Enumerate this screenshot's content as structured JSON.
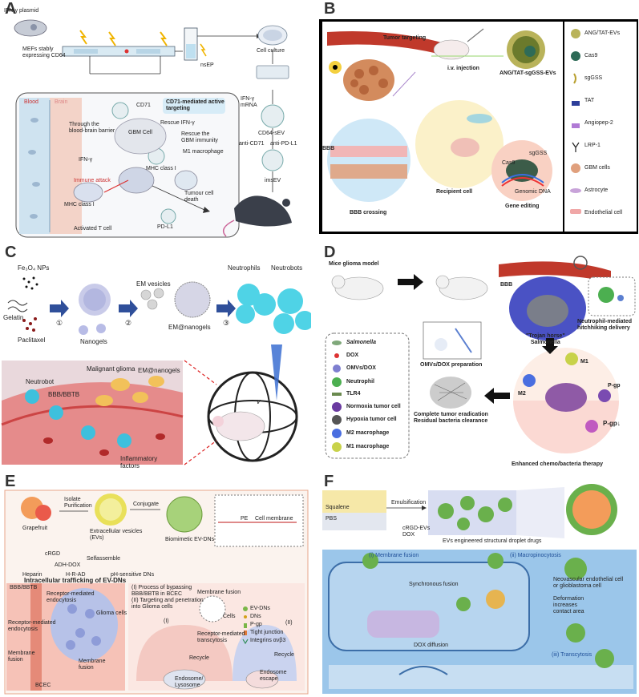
{
  "panels": {
    "A": {
      "label": "A",
      "texts": {
        "plasmid": "IFN-γ plasmid",
        "mefs": "MEFs stably\nexpressing CD64",
        "nsep": "nsEP",
        "culture": "Cell culture",
        "blood": "Blood",
        "brain": "Brain",
        "cd71": "CD71",
        "cd71_title": "CD71-mediated active\ntargeting",
        "ifn_mrna": "IFN-γ\nmRNA",
        "cd64_sev": "CD64-sEV",
        "anti_cd71": "anti-CD71",
        "anti_pdl1": "anti-PD-L1",
        "bbb": "Through the\nblood-brain barrier",
        "rescue_ifn": "Rescue IFN-γ",
        "gbm": "GBM Cell",
        "rescue_gbm": "Rescue the\nGBM immunity",
        "ifn": "IFN-γ",
        "m1": "M1 macrophage",
        "mhc1": "MHC class I",
        "immune": "Immune attack",
        "mhc2": "MHC class I",
        "death": "Tumour cell\ndeath",
        "imsev": "imsEV",
        "tcell": "Activated T cell",
        "pdl1": "PD-L1"
      }
    },
    "B": {
      "label": "B",
      "texts": {
        "targeting": "Tumor targeting",
        "iv": "i.v. injection",
        "evs": "ANG/TAT-sgGSS-EVs",
        "bbb": "BBB",
        "crossing": "BBB crossing",
        "recipient": "Recipient cell",
        "editing": "Gene editing",
        "sg": "sgGSS",
        "cas9": "Cas9",
        "dna": "Genomic DNA"
      },
      "legend": [
        "ANG/TAT-EVs",
        "Cas9",
        "sgGSS",
        "TAT",
        "Angiopep-2",
        "LRP-1",
        "GBM cells",
        "Astrocyte",
        "Endothelial cell"
      ]
    },
    "C": {
      "label": "C",
      "texts": {
        "fe3o4": "Fe₃O₄ NPs",
        "gelatin": "Gelatin",
        "paclitaxel": "Paclitaxel",
        "nanogels": "Nanogels",
        "em_vesicles": "EM vesicles",
        "em_nanogels": "EM@nanogels",
        "neutrophils": "Neutrophils",
        "neutrobots": "Neutrobots",
        "step1": "①",
        "step2": "②",
        "step3": "③",
        "neutrobot": "Neutrobot",
        "bbb": "BBB/BBTB",
        "glioma": "Malignant glioma",
        "em_label": "EM@nanogels",
        "inflam": "Inflammatory\nfactors",
        "v": "v"
      }
    },
    "D": {
      "label": "D",
      "texts": {
        "model": "Mice glioma model",
        "bbb": "BBB",
        "horse": "\"Trojan horse\"\nSalmonella",
        "hitch": "Neutrophil-mediated\nhitchhiking delivery",
        "omv_prep": "OMVs/DOX preparation",
        "m1": "M1",
        "m2": "M2",
        "pgp": "P-gp",
        "pgp2": "P-gp↓",
        "erad": "Complete tumor eradication\nResidual bacteria clearance",
        "therapy": "Enhanced chemo/bacteria therapy"
      },
      "legend": [
        "Salmonella",
        "DOX",
        "OMVs/DOX",
        "Neutrophil",
        "TLR4",
        "Normoxia tumor cell",
        "Hypoxia tumor cell",
        "M2 macrophage",
        "M1 macrophage"
      ]
    },
    "E": {
      "label": "E",
      "texts": {
        "grapefruit": "Grapefruit",
        "isolate": "Isolate\nPurification",
        "evs": "Extracellular vesicles\n(EVs)",
        "conjugate": "Conjugate",
        "biomimetic": "Biomimetic EV-DNs",
        "membrane": "Cell membrane",
        "pe": "PE",
        "heparin": "Heparin",
        "hra": "H-R-AD",
        "selfassemble": "Selfassemble",
        "ph_dns": "pH-sensitive DNs",
        "crgd": "cRGD",
        "adh_dox": "ADH-DOX",
        "intra": "Intracellular trafficking of EV-DNs",
        "process": "(I) Process of bypassing\nBBB/BBTB in BCEC\n(II) Targeting and penetration\ninto Glioma cells",
        "fusion": "Membrane fusion",
        "cells": "Cells",
        "legend1": "EV-DNs",
        "legend2": "DNs",
        "legend3": "P-gp",
        "legend4": "Tight junction",
        "legend5": "Integrins αvβ3",
        "bbb": "BBB/BBTB",
        "rme1": "Receptor-mediated\nendocytosis",
        "glioma": "Glioma cells",
        "rme2": "Receptor-mediated\nendocytosis",
        "mfusion": "Membrane\nfusion",
        "mfusion2": "Membrane\nfusion",
        "bcec": "BCEC",
        "transcytosis": "Receptor-mediated\ntranscytosis",
        "recycle1": "Recycle",
        "recycle2": "Recycle",
        "endosome": "Endosome/\nLysosome",
        "escape": "Endosome\nescape",
        "i": "(I)",
        "ii": "(II)"
      }
    },
    "F": {
      "label": "F",
      "texts": {
        "squalene": "Squalene",
        "pbs": "PBS",
        "emulsification": "Emulsification",
        "crgd": "cRGD-EVs",
        "dox": "DOX",
        "drugs": "EVs engineered structural droplet drugs",
        "fusion": "(i) Membrane fusion",
        "macro": "(ii) Macropinocytosis",
        "sync": "Synchronous fusion",
        "neo": "Neovascular endothelial cell\nor glioblastoma cell",
        "deform": "Deformation\nincreases\ncontact area",
        "diffusion": "DOX diffusion",
        "trans": "(iii) Transcytosis"
      }
    }
  }
}
